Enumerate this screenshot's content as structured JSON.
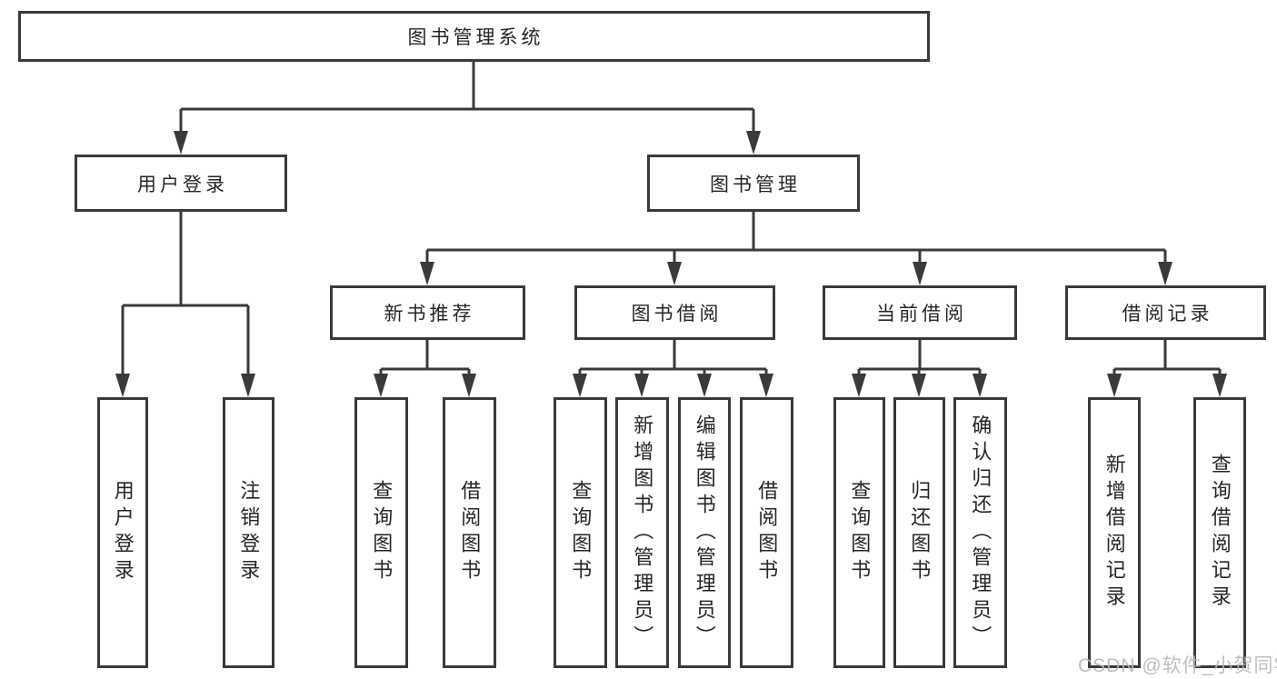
{
  "colors": {
    "line": "#3a3a3a",
    "text": "#262626",
    "boxFill": "#ffffff",
    "watermark": "#b9b9b9"
  },
  "nodes": {
    "root": {
      "label": "图书管理系统"
    },
    "user_login": {
      "label": "用户登录"
    },
    "book_management": {
      "label": "图书管理"
    },
    "new_book_recommend": {
      "label": "新书推荐"
    },
    "book_borrowing": {
      "label": "图书借阅"
    },
    "current_borrowing": {
      "label": "当前借阅"
    },
    "borrowing_records": {
      "label": "借阅记录"
    }
  },
  "leaves": [
    {
      "label": "用户登录"
    },
    {
      "label": "注销登录"
    },
    {
      "label": "查询图书"
    },
    {
      "label": "借阅图书"
    },
    {
      "label": "查询图书"
    },
    {
      "label": "新增图书（管理员）"
    },
    {
      "label": "编辑图书（管理员）"
    },
    {
      "label": "借阅图书"
    },
    {
      "label": "查询图书"
    },
    {
      "label": "归还图书"
    },
    {
      "label": "确认归还（管理员）"
    },
    {
      "label": "新增借阅记录"
    },
    {
      "label": "查询借阅记录"
    }
  ],
  "watermark": {
    "text": "CSDN @软件_小贺同学"
  }
}
